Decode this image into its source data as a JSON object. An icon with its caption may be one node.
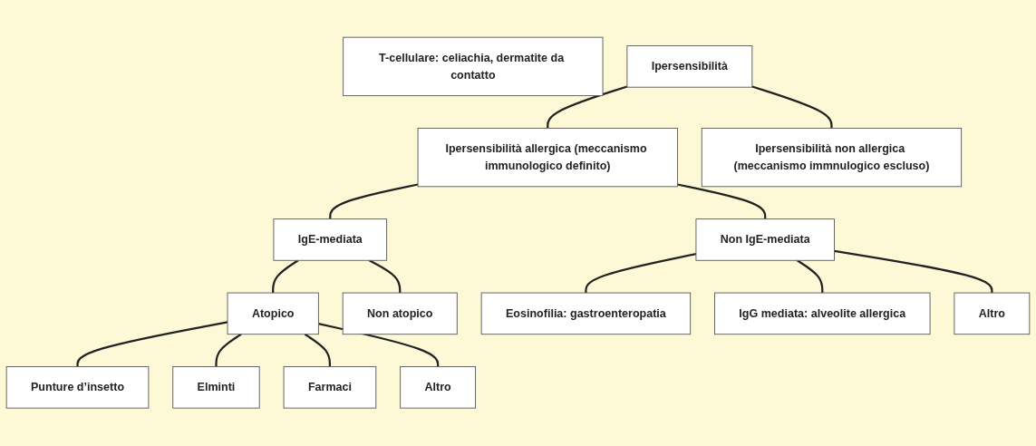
{
  "diagram": {
    "nodes": [
      {
        "text": [
          "Ipersensibilità"
        ]
      },
      {
        "text": [
          "Ipersensibilità allergica (meccanismo immunologico definito)"
        ]
      },
      {
        "text": [
          "Ipersensibilità non allergica (meccanismo immnulogico escluso)"
        ]
      },
      {
        "text": [
          "IgE-mediata"
        ]
      },
      {
        "text": [
          "Non IgE-mediata"
        ]
      },
      {
        "text": [
          "Atopico"
        ]
      },
      {
        "text": [
          "Non atopico"
        ]
      },
      {
        "text": [
          "T-cellulare: celiachia, dermatite da contatto"
        ]
      },
      {
        "text": [
          "Punture d’insetto"
        ]
      },
      {
        "text": [
          "Elminti"
        ]
      },
      {
        "text": [
          "Farmaci"
        ]
      },
      {
        "text": [
          "Altro"
        ]
      },
      {
        "text": [
          "Eosinofilia: gastroenteropatia"
        ]
      },
      {
        "text": [
          "IgG mediata: alveolite allergica"
        ]
      },
      {
        "text": [
          "Altro"
        ]
      }
    ],
    "edges": [
      {
        "from": 0,
        "to": 1,
        "arrow": "none"
      },
      {
        "from": 0,
        "to": 2,
        "arrow": "none"
      },
      {
        "from": 1,
        "to": 3,
        "arrow": "none"
      },
      {
        "from": 1,
        "to": 4,
        "arrow": "none"
      },
      {
        "from": 3,
        "to": 5,
        "arrow": "none"
      },
      {
        "from": 3,
        "to": 6,
        "arrow": "none"
      },
      {
        "from": 5,
        "to": 8,
        "arrow": "none"
      },
      {
        "from": 5,
        "to": 9,
        "arrow": "none"
      },
      {
        "from": 5,
        "to": 10,
        "arrow": "none"
      },
      {
        "from": 5,
        "to": 11,
        "arrow": "none"
      },
      {
        "from": 4,
        "to": 12,
        "arrow": "none"
      },
      {
        "from": 4,
        "to": 13,
        "arrow": "none"
      },
      {
        "from": 4,
        "to": 14,
        "arrow": "none"
      }
    ]
  }
}
